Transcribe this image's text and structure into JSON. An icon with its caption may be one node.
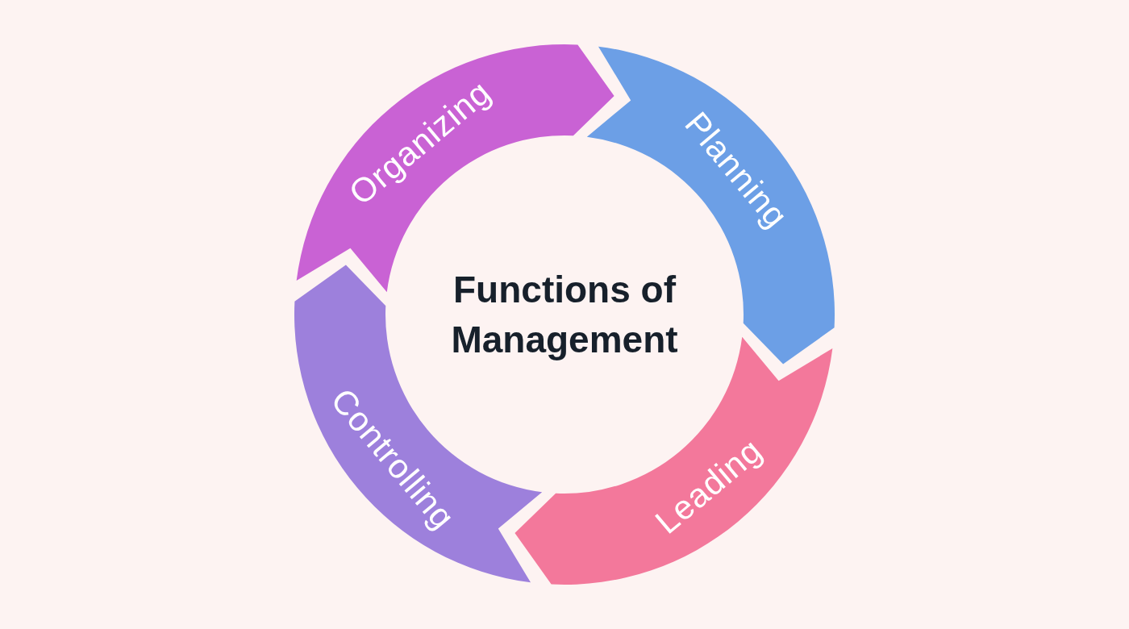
{
  "diagram": {
    "title": "Functions of Management",
    "nodes": [
      {
        "text": [
          "Organizing"
        ]
      },
      {
        "text": [
          "Planning"
        ]
      },
      {
        "text": [
          "Leading"
        ]
      },
      {
        "text": [
          "Controlling"
        ]
      }
    ]
  }
}
